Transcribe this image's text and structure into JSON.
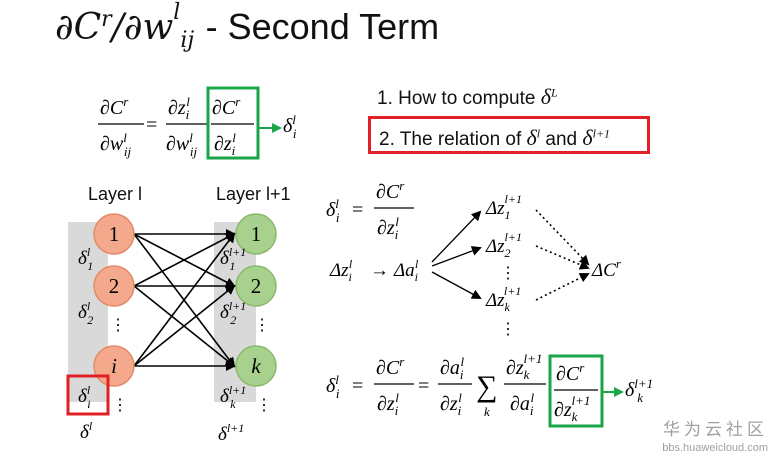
{
  "title": {
    "math": "∂C^r/∂w_ij^l",
    "suffix": "- Second Term"
  },
  "points": [
    {
      "number": "1.",
      "text": "How to compute",
      "symbol": "δ",
      "sup": "L"
    },
    {
      "number": "2.",
      "text": "The relation of",
      "symbol1": "δ",
      "sup1": "l",
      "connector": "and",
      "symbol2": "δ",
      "sup2": "l+1"
    }
  ],
  "network": {
    "layer_left_label": "Layer l",
    "layer_right_label": "Layer l+1",
    "left_nodes": [
      "1",
      "2",
      "i"
    ],
    "right_nodes": [
      "1",
      "2",
      "k"
    ],
    "ellipsis": "⋮",
    "left_column_caption": "δ^l",
    "right_column_caption": "δ^(l+1)"
  },
  "equations": {
    "top_left": "∂C^r/∂w_ij^l = ∂z_i^l/∂w_ij^l · ∂C^r/∂z_i^l → δ_i^l",
    "delta_def": "δ_i^l = ∂C^r/∂z_i^l",
    "chain": "Δz_i^l → Δa_i^l → Δz_1^(l+1), Δz_2^(l+1), …, Δz_k^(l+1) → ΔC^r",
    "bottom": "δ_i^l = ∂C^r/∂z_i^l = ∂a_i^l/∂z_i^l Σ_k ∂z_k^(l+1)/∂a_i^l · ∂C^r/∂z_k^(l+1) → δ_k^(l+1)"
  },
  "colors": {
    "highlight_green": "#19a648",
    "highlight_red": "#e01f26",
    "left_node_fill": "#f4a98c",
    "left_node_stroke": "#e38a68",
    "right_node_fill": "#a9d18e",
    "right_node_stroke": "#86b96a",
    "column_gray": "#d9d9d9"
  },
  "watermark": {
    "brand": "华为云社区",
    "url": "bbs.huaweicloud.com"
  }
}
